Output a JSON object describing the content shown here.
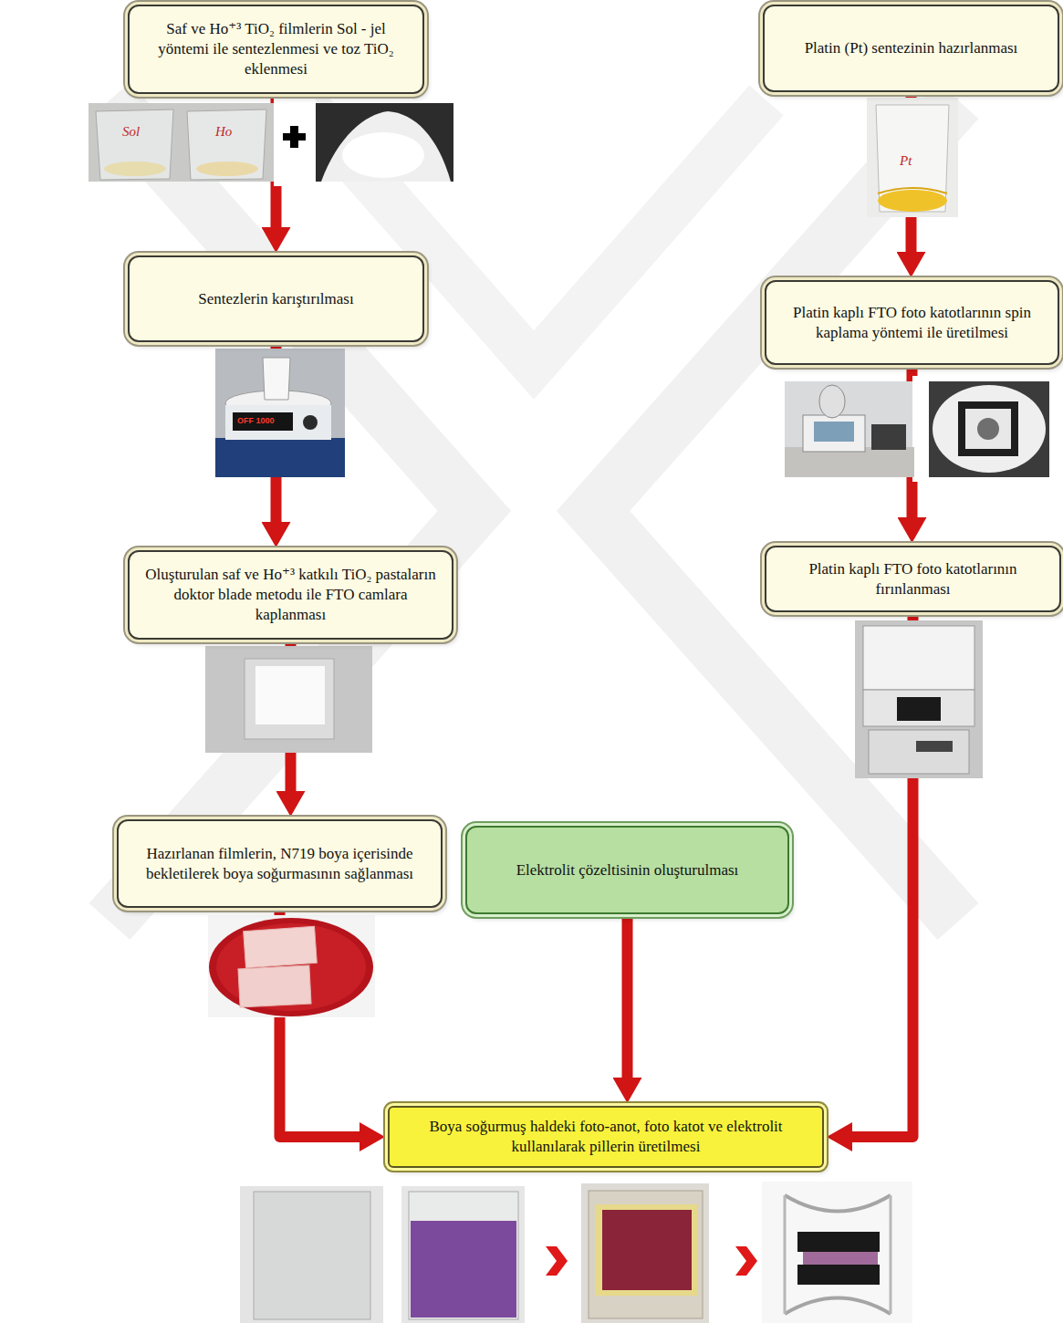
{
  "diagram": {
    "nodes": [
      {
        "text": [
          "Saf ve Ho⁺³ TiO₂ filmlerin Sol - jel yöntemi ile sentezlenmesi ve toz TiO₂ eklenmesi"
        ]
      },
      {
        "text": [
          "Platin (Pt) sentezinin hazırlanması"
        ]
      },
      {
        "text": [
          "Sentezlerin karıştırılması"
        ]
      },
      {
        "text": [
          "Platin kaplı FTO foto katotlarının spin kaplama yöntemi ile üretilmesi"
        ]
      },
      {
        "text": [
          "Oluşturulan saf ve Ho⁺³ katkılı TiO₂ pastaların doktor blade metodu ile FTO camlara kaplanması"
        ]
      },
      {
        "text": [
          "Platin kaplı FTO foto katotlarının fırınlanması"
        ]
      },
      {
        "text": [
          "Hazırlanan filmlerin, N719 boya içerisinde bekletilerek boya soğurmasının sağlanması"
        ]
      },
      {
        "text": [
          "Elektrolit çözeltisinin oluşturulması"
        ]
      },
      {
        "text": [
          "Boya soğurmuş haldeki foto-anot, foto katot ve elektrolit kullanılarak pillerin üretilmesi"
        ]
      }
    ],
    "edges": [
      {
        "from": 0,
        "to": 2,
        "arrow": "to"
      },
      {
        "from": 2,
        "to": 4,
        "arrow": "to"
      },
      {
        "from": 4,
        "to": 6,
        "arrow": "to"
      },
      {
        "from": 6,
        "to": 8,
        "arrow": "to"
      },
      {
        "from": 1,
        "to": 3,
        "arrow": "to"
      },
      {
        "from": 3,
        "to": 5,
        "arrow": "to"
      },
      {
        "from": 5,
        "to": 8,
        "arrow": "to"
      },
      {
        "from": 7,
        "to": 8,
        "arrow": "to"
      }
    ],
    "labels": [
      "Sol",
      "Ho",
      "Pt",
      "OFF 1000"
    ]
  }
}
